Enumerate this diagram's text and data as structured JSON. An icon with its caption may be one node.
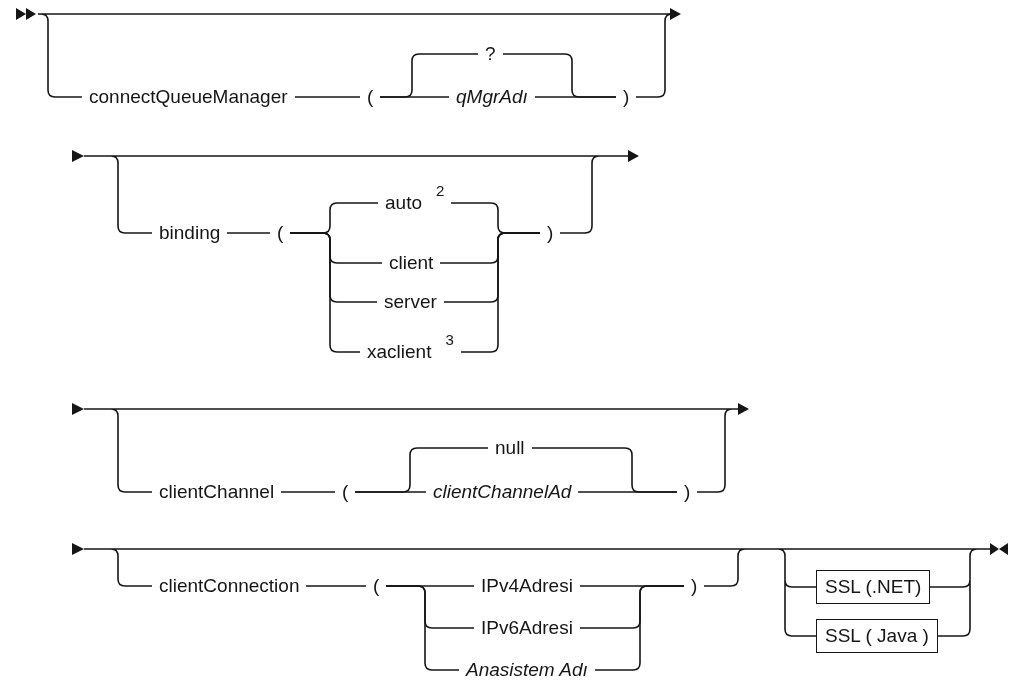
{
  "diagram": {
    "nodes": [
      {
        "text": [
          "connectQueueManager"
        ]
      },
      {
        "text": [
          "("
        ]
      },
      {
        "text": [
          "?"
        ]
      },
      {
        "text": [
          "qMgrAdı"
        ]
      },
      {
        "text": [
          ")"
        ]
      },
      {
        "text": [
          "binding"
        ]
      },
      {
        "text": [
          "("
        ]
      },
      {
        "text": [
          "auto$^{2}$"
        ]
      },
      {
        "text": [
          "client"
        ]
      },
      {
        "text": [
          "server"
        ]
      },
      {
        "text": [
          "xaclient$^{3}$"
        ]
      },
      {
        "text": [
          ")"
        ]
      },
      {
        "text": [
          "clientChannel"
        ]
      },
      {
        "text": [
          "("
        ]
      },
      {
        "text": [
          "null"
        ]
      },
      {
        "text": [
          "clientChannelAd"
        ]
      },
      {
        "text": [
          ")"
        ]
      },
      {
        "text": [
          "clientConnection"
        ]
      },
      {
        "text": [
          "("
        ]
      },
      {
        "text": [
          "IPv4Adresi"
        ]
      },
      {
        "text": [
          "IPv6Adresi"
        ]
      },
      {
        "text": [
          "Anasistem Adı"
        ]
      },
      {
        "text": [
          ")"
        ]
      },
      {
        "text": [
          "SSL (.NET)"
        ]
      },
      {
        "text": [
          "SSL ( Java )"
        ]
      }
    ],
    "edges": [
      {
        "from": 0,
        "to": 1,
        "arrow": "none"
      },
      {
        "from": 1,
        "to": 2,
        "arrow": "none"
      },
      {
        "from": 1,
        "to": 3,
        "arrow": "none"
      },
      {
        "from": 2,
        "to": 4,
        "arrow": "none"
      },
      {
        "from": 3,
        "to": 4,
        "arrow": "none"
      },
      {
        "from": 5,
        "to": 6,
        "arrow": "none"
      },
      {
        "from": 6,
        "to": 7,
        "arrow": "none"
      },
      {
        "from": 6,
        "to": 8,
        "arrow": "none"
      },
      {
        "from": 6,
        "to": 9,
        "arrow": "none"
      },
      {
        "from": 6,
        "to": 10,
        "arrow": "none"
      },
      {
        "from": 7,
        "to": 11,
        "arrow": "none"
      },
      {
        "from": 8,
        "to": 11,
        "arrow": "none"
      },
      {
        "from": 9,
        "to": 11,
        "arrow": "none"
      },
      {
        "from": 10,
        "to": 11,
        "arrow": "none"
      },
      {
        "from": 12,
        "to": 13,
        "arrow": "none"
      },
      {
        "from": 13,
        "to": 14,
        "arrow": "none"
      },
      {
        "from": 13,
        "to": 15,
        "arrow": "none"
      },
      {
        "from": 14,
        "to": 16,
        "arrow": "none"
      },
      {
        "from": 15,
        "to": 16,
        "arrow": "none"
      },
      {
        "from": 17,
        "to": 18,
        "arrow": "none"
      },
      {
        "from": 18,
        "to": 19,
        "arrow": "none"
      },
      {
        "from": 18,
        "to": 20,
        "arrow": "none"
      },
      {
        "from": 18,
        "to": 21,
        "arrow": "none"
      },
      {
        "from": 19,
        "to": 22,
        "arrow": "none"
      },
      {
        "from": 20,
        "to": 22,
        "arrow": "none"
      },
      {
        "from": 21,
        "to": 22,
        "arrow": "none"
      }
    ]
  }
}
